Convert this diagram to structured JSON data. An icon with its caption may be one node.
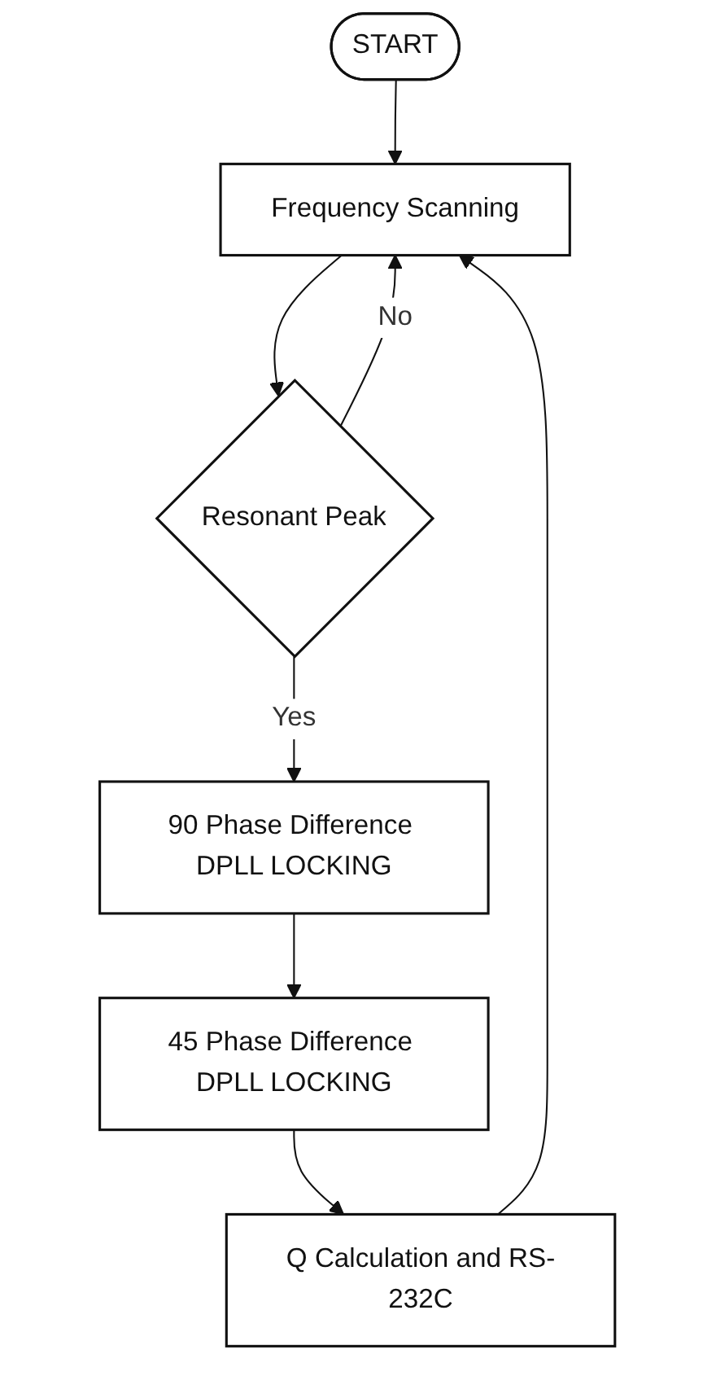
{
  "diagram": {
    "nodes": [
      {
        "text": [
          "START"
        ]
      },
      {
        "text": [
          "Frequency Scanning"
        ]
      },
      {
        "text": [
          "Resonant Peak"
        ]
      },
      {
        "text": [
          "90 Phase Difference DPLL LOCKING"
        ]
      },
      {
        "text": [
          "45 Phase Difference DPLL LOCKING"
        ]
      },
      {
        "text": [
          "Q Calculation and RS-232C"
        ]
      }
    ],
    "edges": [
      {
        "from": 0,
        "to": 1,
        "arrow": "to"
      },
      {
        "from": 1,
        "to": 2,
        "arrow": "to"
      },
      {
        "from": 2,
        "to": 3,
        "label": "Yes",
        "arrow": "to"
      },
      {
        "from": 3,
        "to": 4,
        "arrow": "to"
      },
      {
        "from": 4,
        "to": 5,
        "arrow": "to"
      },
      {
        "from": 2,
        "to": 1,
        "label": "No",
        "arrow": "to"
      },
      {
        "from": 5,
        "to": 1,
        "arrow": "to"
      }
    ]
  }
}
